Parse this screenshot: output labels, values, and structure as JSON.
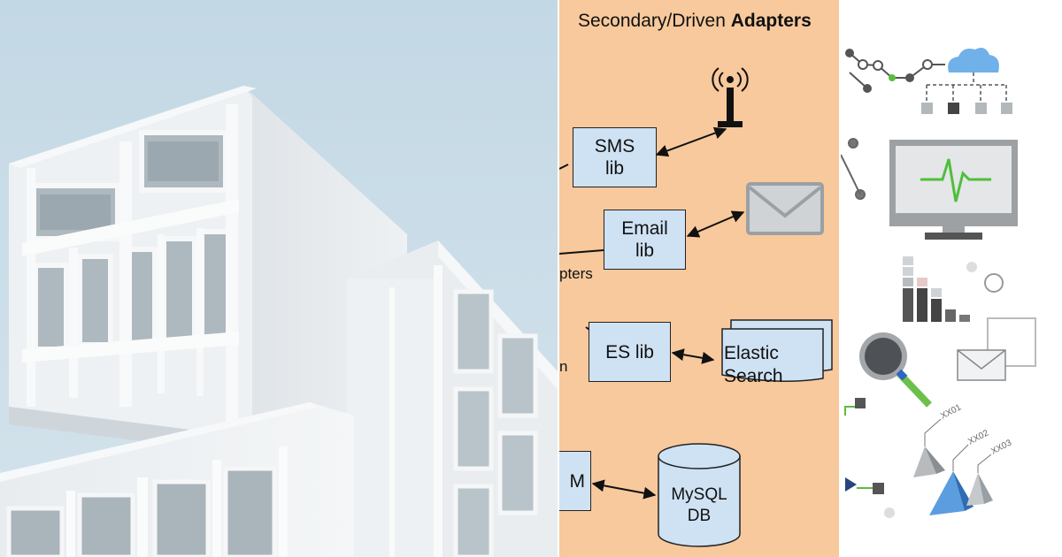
{
  "diagram": {
    "title_regular": "Secondary/Driven ",
    "title_bold": "Adapters",
    "sms_lib": {
      "line1": "SMS",
      "line2": "lib"
    },
    "email_lib": {
      "line1": "Email",
      "line2": "lib"
    },
    "es_lib": {
      "label": "ES lib"
    },
    "elastic_search": {
      "line1": "Elastic",
      "line2": "Search"
    },
    "mysql_db": {
      "line1": "MySQL",
      "line2": "DB"
    },
    "cut_box_letter": "M",
    "cut_text_adapters": "pters",
    "cut_text_n": "n"
  },
  "icons": {
    "tags": [
      "XX01",
      "XX02",
      "XX03"
    ]
  }
}
